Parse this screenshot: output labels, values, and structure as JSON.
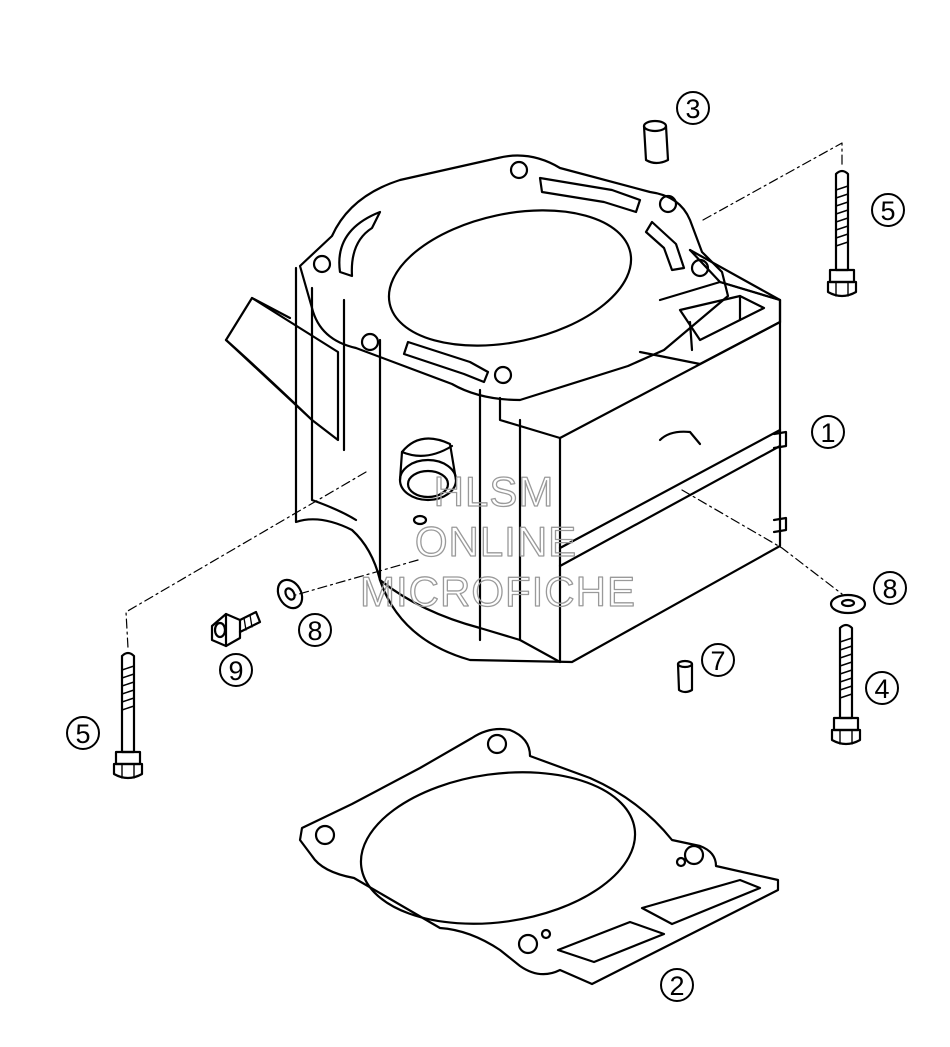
{
  "watermark": {
    "line1": "HLSM",
    "line2": "ONLINE",
    "line3": "MICROFICHE"
  },
  "callouts": {
    "c1": "1",
    "c2": "2",
    "c3": "3",
    "c4": "4",
    "c5_top": "5",
    "c5_left": "5",
    "c7": "7",
    "c8_left": "8",
    "c8_right": "8",
    "c9": "9"
  },
  "colors": {
    "line": "#000000",
    "watermark": "#9a9a9a",
    "background": "#ffffff"
  }
}
